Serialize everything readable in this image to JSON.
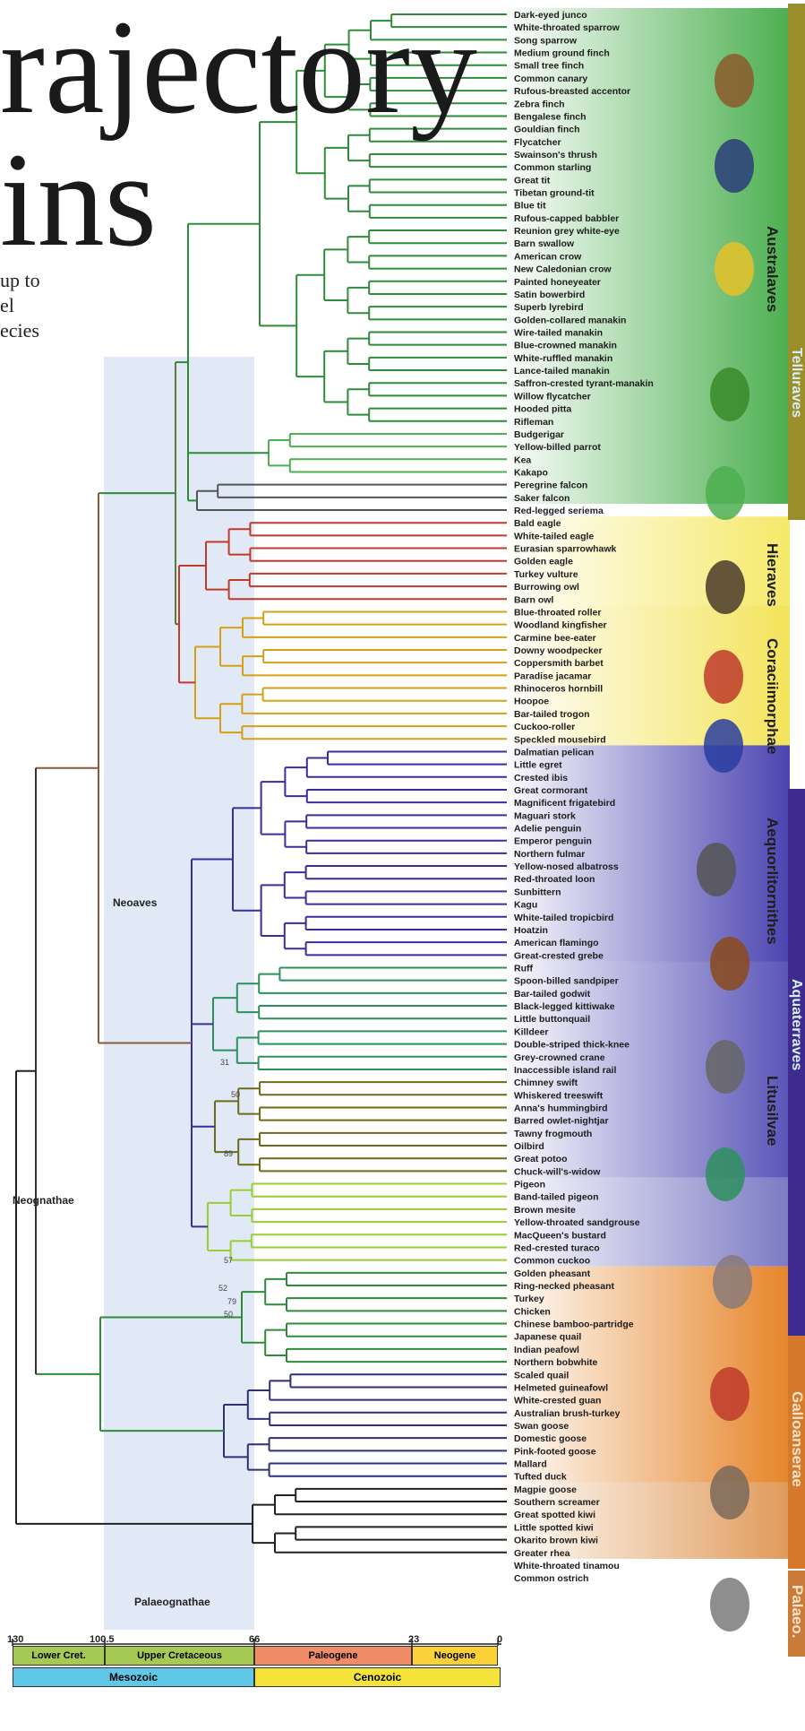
{
  "headline": {
    "line1": "rajectory",
    "line2": "ins"
  },
  "intro_text": [
    "up to",
    "el",
    "ecies"
  ],
  "colors": {
    "australaves": "#2e8b3a",
    "parrots": "#4caf50",
    "hieraves": "#c0392b",
    "coracii": "#d4a017",
    "aequor": "#3a2f9a",
    "aequor_purple": "#7b3fa0",
    "litusilvae": "#2e8f5e",
    "strisores": "#6b6b1a",
    "columbaves": "#9acd32",
    "galloanserae": "#2e8b3a",
    "anseri": "#2f2f7a",
    "palaeo": "#222222",
    "neoaves_stem": "#8b5a3c",
    "band_telluraves": "#9a8f2a",
    "band_aquaterraves": "#3d2b8f",
    "band_galloanserae": "#d47a2a",
    "band_palaeo": "#c97c3a"
  },
  "taxa": [
    "Dark-eyed junco",
    "White-throated sparrow",
    "Song sparrow",
    "Medium ground finch",
    "Small tree finch",
    "Common canary",
    "Rufous-breasted accentor",
    "Zebra finch",
    "Bengalese finch",
    "Gouldian finch",
    "Flycatcher",
    "Swainson's thrush",
    "Common starling",
    "Great tit",
    "Tibetan ground-tit",
    "Blue tit",
    "Rufous-capped babbler",
    "Reunion grey white-eye",
    "Barn swallow",
    "American crow",
    "New Caledonian crow",
    "Painted honeyeater",
    "Satin bowerbird",
    "Superb lyrebird",
    "Golden-collared manakin",
    "Wire-tailed manakin",
    "Blue-crowned manakin",
    "White-ruffled manakin",
    "Lance-tailed manakin",
    "Saffron-crested tyrant-manakin",
    "Willow flycatcher",
    "Hooded pitta",
    "Rifleman",
    "Budgerigar",
    "Yellow-billed parrot",
    "Kea",
    "Kakapo",
    "Peregrine falcon",
    "Saker falcon",
    "Red-legged seriema",
    "Bald eagle",
    "White-tailed eagle",
    "Eurasian sparrowhawk",
    "Golden eagle",
    "Turkey vulture",
    "Burrowing owl",
    "Barn owl",
    "Blue-throated roller",
    "Woodland kingfisher",
    "Carmine bee-eater",
    "Downy woodpecker",
    "Coppersmith barbet",
    "Paradise jacamar",
    "Rhinoceros hornbill",
    "Hoopoe",
    "Bar-tailed trogon",
    "Cuckoo-roller",
    "Speckled mousebird",
    "Dalmatian pelican",
    "Little egret",
    "Crested ibis",
    "Great cormorant",
    "Magnificent frigatebird",
    "Maguari stork",
    "Adelie penguin",
    "Emperor penguin",
    "Northern fulmar",
    "Yellow-nosed albatross",
    "Red-throated loon",
    "Sunbittern",
    "Kagu",
    "White-tailed tropicbird",
    "Hoatzin",
    "American flamingo",
    "Great-crested grebe",
    "Ruff",
    "Spoon-billed sandpiper",
    "Bar-tailed godwit",
    "Black-legged kittiwake",
    "Little buttonquail",
    "Killdeer",
    "Double-striped thick-knee",
    "Grey-crowned crane",
    "Inaccessible island rail",
    "Chimney swift",
    "Whiskered treeswift",
    "Anna's hummingbird",
    "Barred owlet-nightjar",
    "Tawny frogmouth",
    "Oilbird",
    "Great potoo",
    "Chuck-will's-widow",
    "Pigeon",
    "Band-tailed pigeon",
    "Brown mesite",
    "Yellow-throated sandgrouse",
    "MacQueen's bustard",
    "Red-crested turaco",
    "Common cuckoo",
    "Golden pheasant",
    "Ring-necked pheasant",
    "Turkey",
    "Chicken",
    "Chinese bamboo-partridge",
    "Japanese quail",
    "Indian peafowl",
    "Northern bobwhite",
    "Scaled quail",
    "Helmeted guineafowl",
    "White-crested guan",
    "Australian brush-turkey",
    "Swan goose",
    "Domestic goose",
    "Pink-footed goose",
    "Mallard",
    "Tufted duck",
    "Magpie goose",
    "Southern screamer",
    "Great spotted kiwi",
    "Little spotted kiwi",
    "Okarito brown kiwi",
    "Greater rhea",
    "White-throated tinamou",
    "Common ostrich"
  ],
  "node_labels": {
    "neoaves": "Neoaves",
    "neognathae": "Neognathae",
    "palaeognathae": "Palaeognathae"
  },
  "bootstrap": [
    "31",
    "50",
    "89",
    "57",
    "52",
    "79",
    "50"
  ],
  "clades": {
    "australaves": "Australaves",
    "hieraves": "Hieraves",
    "coraciimorphae": "Coraciimorphae",
    "aequorlitornithes": "Aequorlitornithes",
    "litusilvae": "Litusilvae",
    "galloanserae": "Galloanserae",
    "palaeo": "Palaeo.",
    "telluraves": "Telluraves",
    "aquaterraves": "Aquaterraves"
  },
  "axis": {
    "ticks": [
      "130",
      "100.5",
      "66",
      "23",
      "0"
    ]
  },
  "periods": [
    "Lower Cret.",
    "Upper Cretaceous",
    "Paleogene",
    "Neogene"
  ],
  "eras": [
    "Mesozoic",
    "Cenozoic"
  ]
}
